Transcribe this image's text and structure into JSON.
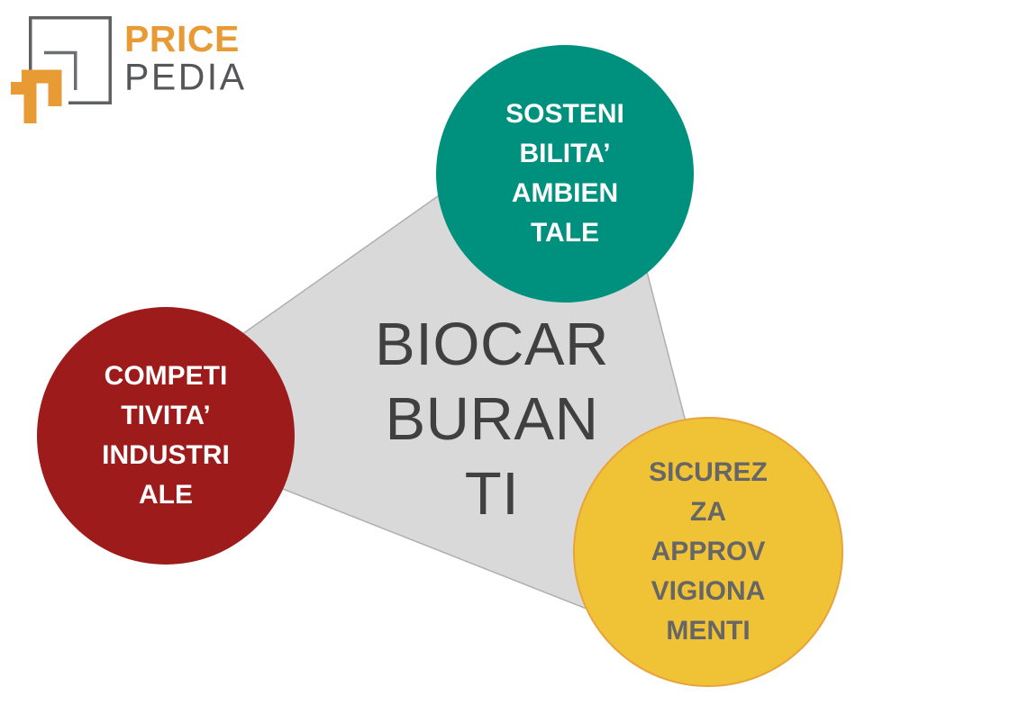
{
  "logo": {
    "brand_top": "PRICE",
    "brand_bottom": "PEDIA",
    "colors": {
      "orange": "#E89B35",
      "gray": "#55565A"
    }
  },
  "diagram": {
    "center": {
      "lines": [
        "BIOCAR",
        "BURAN",
        "TI"
      ],
      "fill": "#D9D9D9",
      "outline": "#AFAFAF",
      "text_color": "#404040"
    },
    "nodes": [
      {
        "id": "sostenibilita-ambientale",
        "lines": [
          "SOSTENI",
          "BILITA’",
          "AMBIEN",
          "TALE"
        ],
        "fill": "#00917E",
        "text_color": "#FFFFFF"
      },
      {
        "id": "competitivita-industriale",
        "lines": [
          "COMPETI",
          "TIVITA’",
          "INDUSTRI",
          "ALE"
        ],
        "fill": "#9E1B1B",
        "text_color": "#FFFFFF"
      },
      {
        "id": "sicurezza-approvvigionamenti",
        "lines": [
          "SICUREZ",
          "ZA",
          "APPROV",
          "VIGIONA",
          "MENTI"
        ],
        "fill": "#F0C236",
        "border_color": "#E8A33B",
        "text_color": "#666666"
      }
    ]
  }
}
